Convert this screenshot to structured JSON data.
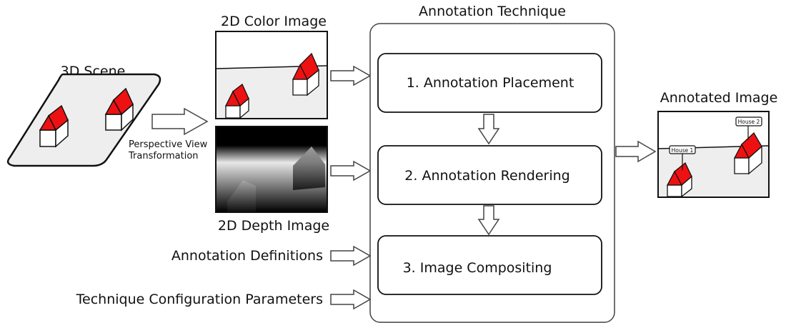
{
  "scene": {
    "label": "3D Scene"
  },
  "transform": {
    "line1": "Perspective View",
    "line2": "Transformation"
  },
  "color_image": {
    "label": "2D Color Image"
  },
  "depth_image": {
    "label": "2D Depth Image"
  },
  "technique": {
    "title": "Annotation Technique",
    "steps": [
      "1. Annotation Placement",
      "2. Annotation Rendering",
      "3. Image Compositing"
    ]
  },
  "inputs": {
    "definitions": "Annotation Definitions",
    "parameters": "Technique Configuration Parameters"
  },
  "output": {
    "label": "Annotated Image",
    "tags": [
      "House 1",
      "House 2"
    ]
  },
  "colors": {
    "roof": "#ee1111",
    "ground": "#eeeeee",
    "stroke": "#222222"
  }
}
